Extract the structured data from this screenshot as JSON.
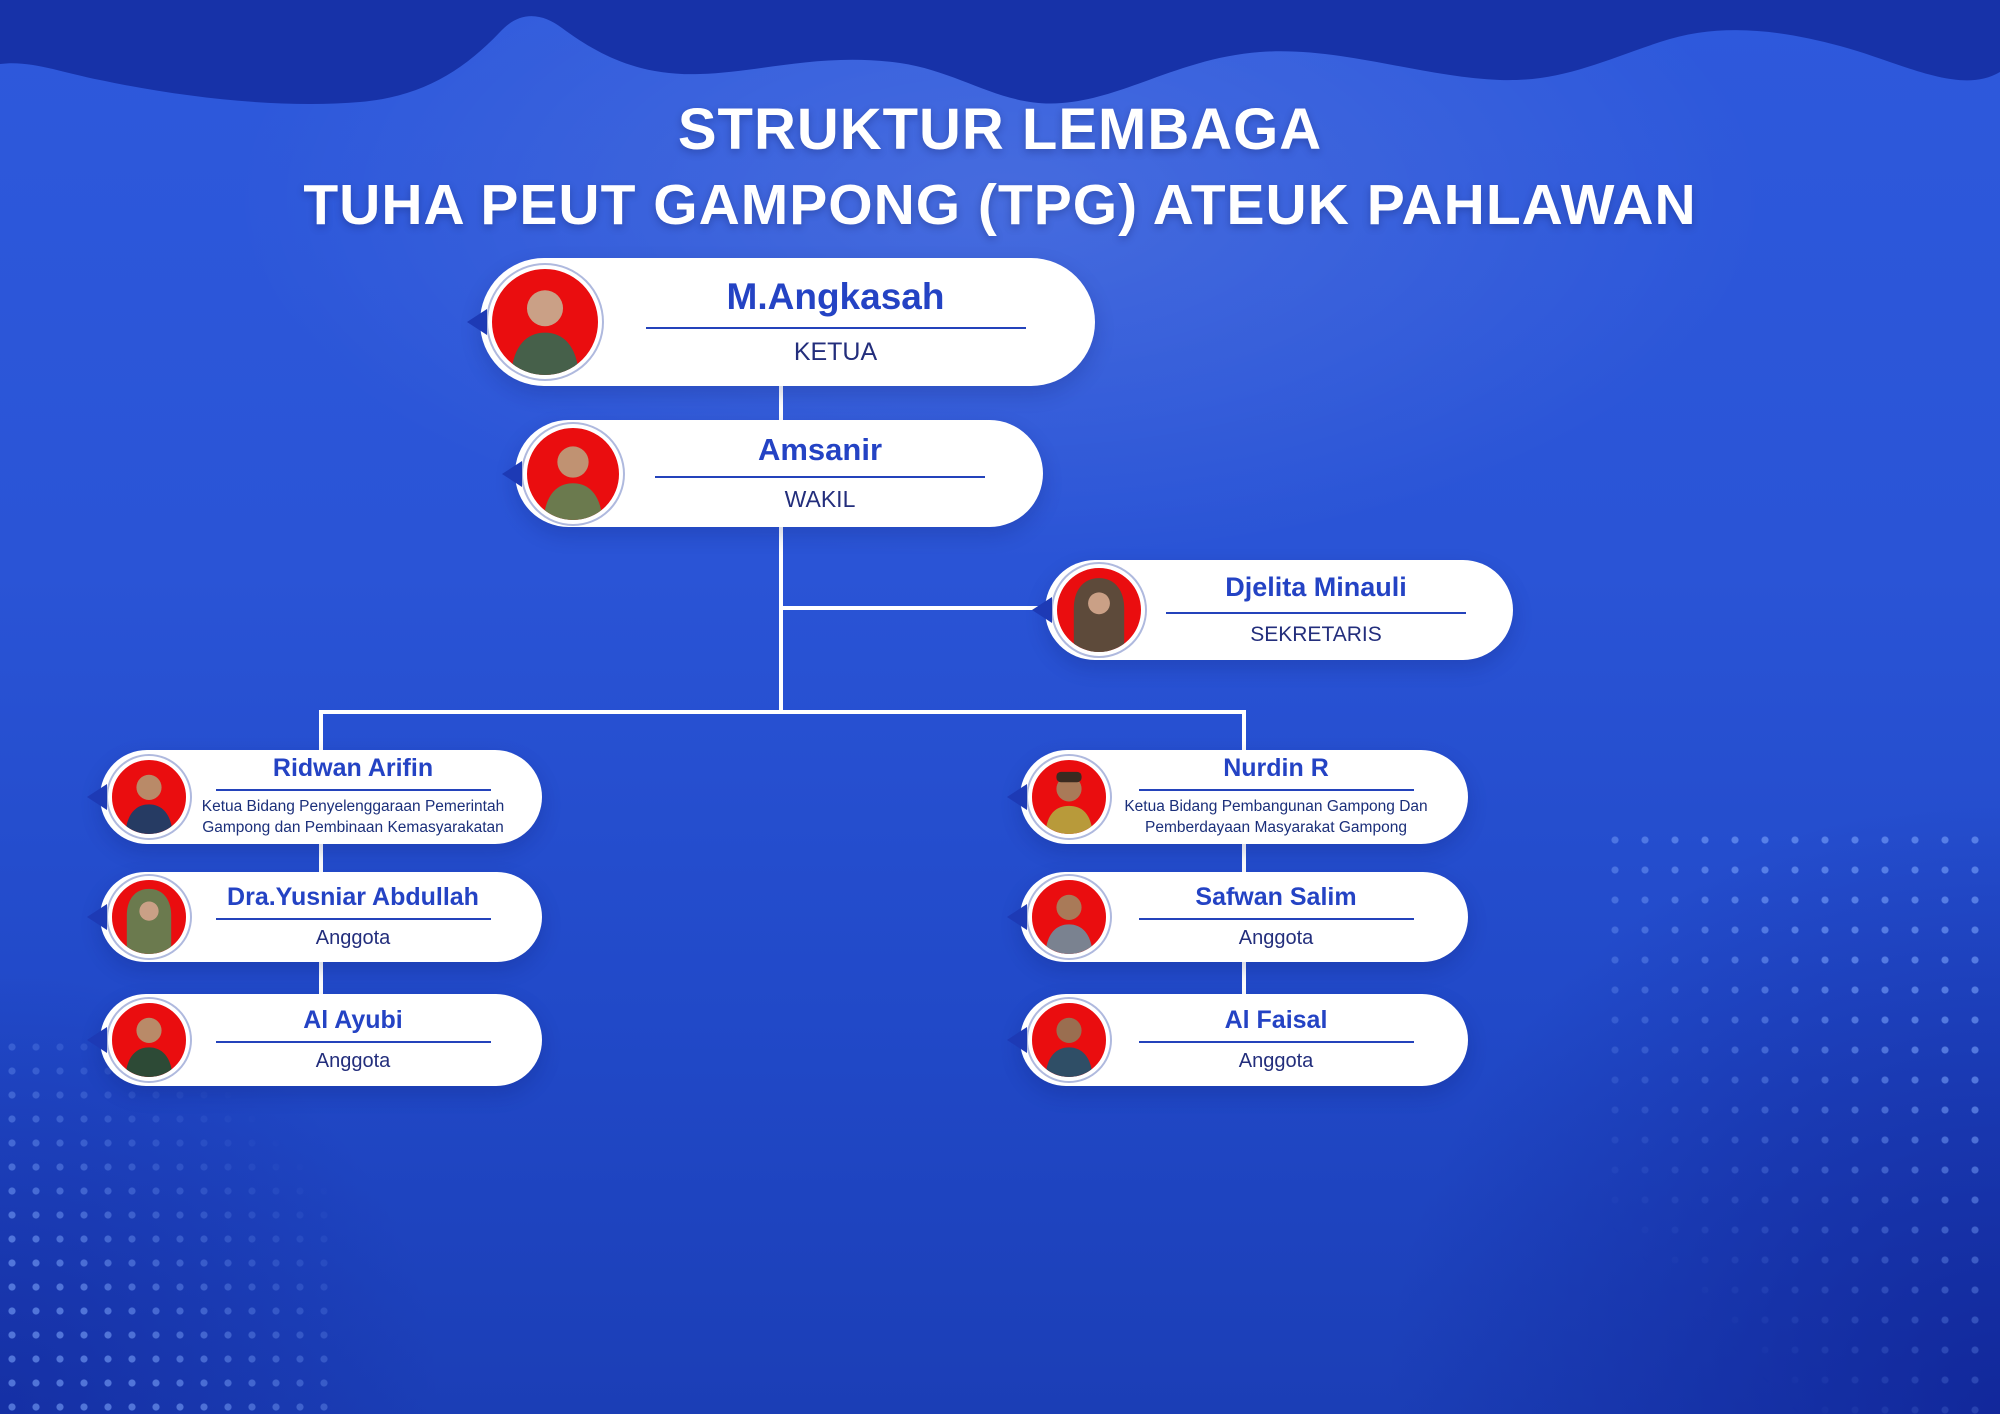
{
  "title": {
    "line1": "STRUKTUR LEMBAGA",
    "line2": "TUHA PEUT GAMPONG (TPG) ATEUK PAHLAWAN"
  },
  "nodes": {
    "ketua": {
      "name": "M.Angkasah",
      "role": "KETUA"
    },
    "wakil": {
      "name": "Amsanir",
      "role": "WAKIL"
    },
    "sekretaris": {
      "name": "Djelita Minauli",
      "role": "SEKRETARIS"
    },
    "left": [
      {
        "name": "Ridwan Arifin",
        "role": "Ketua Bidang Penyelenggaraan Pemerintah Gampong dan Pembinaan Kemasyarakatan"
      },
      {
        "name": "Dra.Yusniar Abdullah",
        "role": "Anggota"
      },
      {
        "name": "Al Ayubi",
        "role": "Anggota"
      }
    ],
    "right": [
      {
        "name": "Nurdin R",
        "role": "Ketua Bidang Pembangunan Gampong Dan Pemberdayaan Masyarakat Gampong"
      },
      {
        "name": "Safwan Salim",
        "role": "Anggota"
      },
      {
        "name": "Al Faisal",
        "role": "Anggota"
      }
    ]
  },
  "colors": {
    "background_blue": "#2a54d6",
    "dark_wave": "#1732a8",
    "card_white": "#ffffff",
    "name_blue": "#2443c4",
    "role_blue": "#232e7c",
    "photo_red": "#ea0d0f",
    "arrow_blue": "#1d3ab5",
    "line_white": "#ffffff"
  }
}
